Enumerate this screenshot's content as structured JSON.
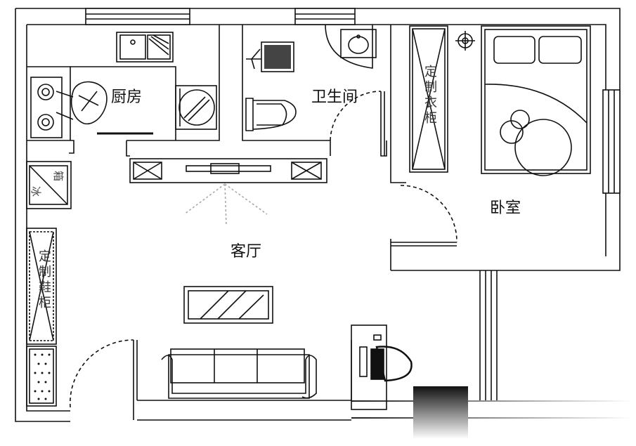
{
  "rooms": {
    "kitchen": "厨房",
    "bathroom": "卫生间",
    "bedroom": "卧室",
    "living_room": "客厅"
  },
  "furniture": {
    "wardrobe": "定制衣柜",
    "shoe_cabinet": "定制鞋柜",
    "fridge_left": "冰",
    "fridge_right": "箱"
  }
}
